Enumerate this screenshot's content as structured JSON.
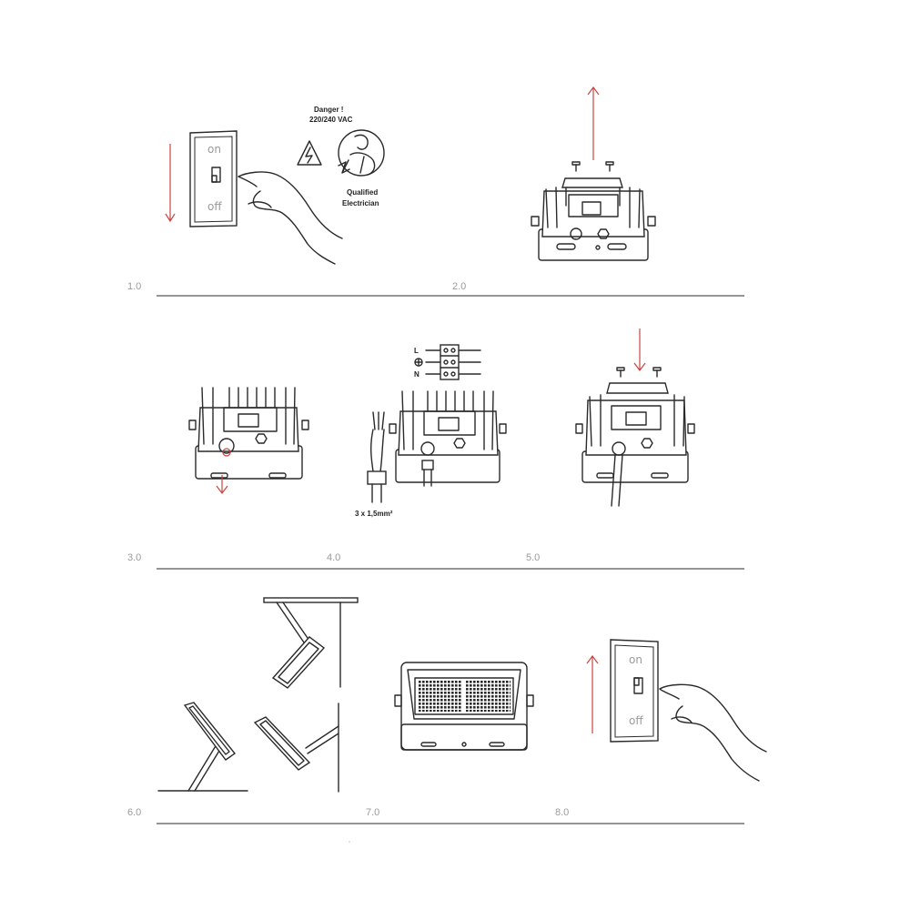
{
  "steps": [
    {
      "number": "1.0"
    },
    {
      "number": "2.0"
    },
    {
      "number": "3.0"
    },
    {
      "number": "4.0"
    },
    {
      "number": "5.0"
    },
    {
      "number": "6.0"
    },
    {
      "number": "7.0"
    },
    {
      "number": "8.0"
    }
  ],
  "warning": {
    "danger": "Danger !",
    "voltage": "220/240 VAC",
    "qualified_line1": "Qualified",
    "qualified_line2": "Electrician"
  },
  "switch": {
    "on": "on",
    "off": "off"
  },
  "terminals": {
    "live": "L",
    "neutral": "N"
  },
  "cable_spec": "3 x 1,5mm²",
  "colors": {
    "accent_red": "#c8453f",
    "line": "#2a2a2a",
    "step_number": "#9a9a9a"
  }
}
